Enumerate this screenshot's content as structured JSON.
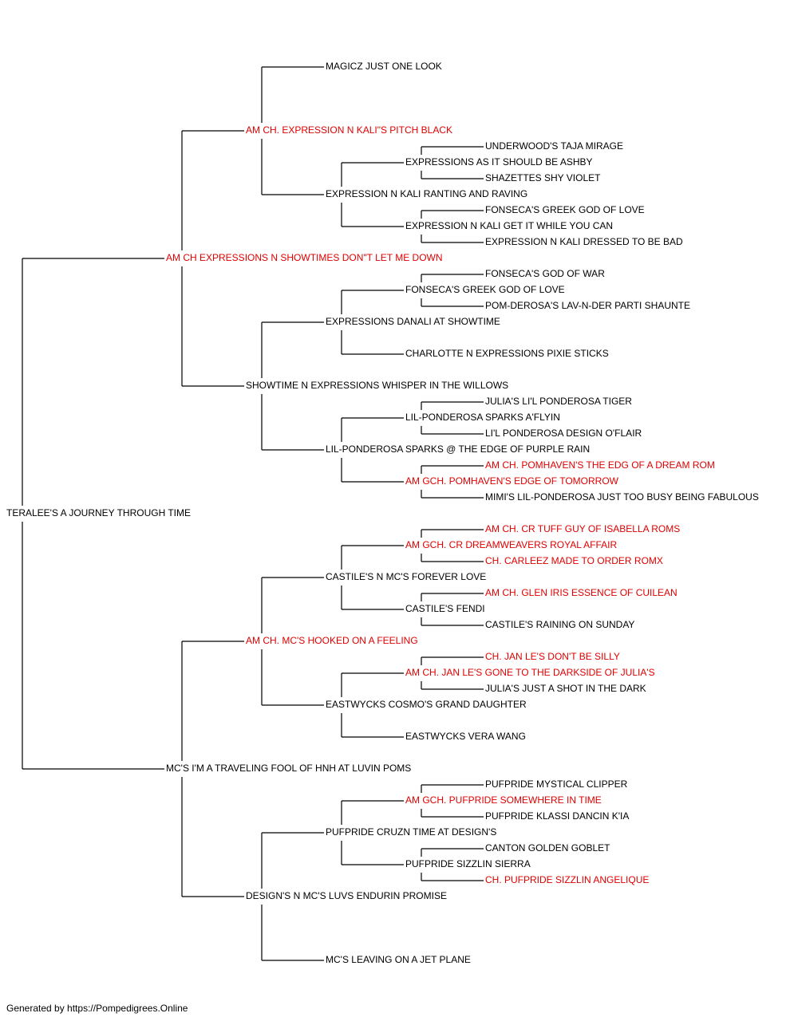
{
  "colors": {
    "normal": "#000000",
    "champion": "#e00000",
    "line": "#000000"
  },
  "pedigree": {
    "name": "TERALEE'S A JOURNEY THROUGH TIME",
    "champion": false,
    "sire": {
      "name": "AM CH EXPRESSIONS N SHOWTIMES DON\"T LET ME DOWN",
      "champion": true,
      "sire": {
        "name": "AM CH. EXPRESSION N KALI\"S PITCH BLACK",
        "champion": true,
        "sire": {
          "name": "MAGICZ JUST ONE LOOK",
          "champion": false
        },
        "dam": {
          "name": "EXPRESSION N KALI RANTING AND RAVING",
          "champion": false,
          "sire": {
            "name": "EXPRESSIONS AS IT SHOULD BE ASHBY",
            "champion": false,
            "sire": {
              "name": "UNDERWOOD'S TAJA MIRAGE",
              "champion": false
            },
            "dam": {
              "name": "SHAZETTES SHY VIOLET",
              "champion": false
            }
          },
          "dam": {
            "name": "EXPRESSION N KALI GET IT WHILE YOU CAN",
            "champion": false,
            "sire": {
              "name": "FONSECA'S GREEK GOD OF LOVE",
              "champion": false
            },
            "dam": {
              "name": "EXPRESSION N KALI DRESSED TO BE BAD",
              "champion": false
            }
          }
        }
      },
      "dam": {
        "name": "SHOWTIME N EXPRESSIONS WHISPER IN THE WILLOWS",
        "champion": false,
        "sire": {
          "name": "EXPRESSIONS DANALI AT SHOWTIME",
          "champion": false,
          "sire": {
            "name": "FONSECA'S GREEK GOD OF LOVE",
            "champion": false,
            "sire": {
              "name": "FONSECA'S GOD OF WAR",
              "champion": false
            },
            "dam": {
              "name": "POM-DEROSA'S LAV-N-DER PARTI SHAUNTE",
              "champion": false
            }
          },
          "dam": {
            "name": "CHARLOTTE N EXPRESSIONS PIXIE STICKS",
            "champion": false
          }
        },
        "dam": {
          "name": "LIL-PONDEROSA SPARKS @ THE EDGE OF PURPLE RAIN",
          "champion": false,
          "sire": {
            "name": "LIL-PONDEROSA SPARKS A'FLYIN",
            "champion": false,
            "sire": {
              "name": "JULIA'S LI'L PONDEROSA TIGER",
              "champion": false
            },
            "dam": {
              "name": "LI'L PONDEROSA DESIGN O'FLAIR",
              "champion": false
            }
          },
          "dam": {
            "name": "AM GCH. POMHAVEN'S EDGE OF TOMORROW",
            "champion": true,
            "sire": {
              "name": "AM CH. POMHAVEN'S THE EDG OF A DREAM ROM",
              "champion": true
            },
            "dam": {
              "name": "MIMI'S LIL-PONDEROSA JUST TOO BUSY BEING FABULOUS",
              "champion": false
            }
          }
        }
      }
    },
    "dam": {
      "name": "MC'S I'M A TRAVELING FOOL OF HNH AT LUVIN POMS",
      "champion": false,
      "sire": {
        "name": "AM CH. MC'S HOOKED ON A FEELING",
        "champion": true,
        "sire": {
          "name": "CASTILE'S N MC'S FOREVER LOVE",
          "champion": false,
          "sire": {
            "name": "AM GCH. CR DREAMWEAVERS ROYAL AFFAIR",
            "champion": true,
            "sire": {
              "name": "AM CH. CR TUFF GUY OF ISABELLA ROMS",
              "champion": true
            },
            "dam": {
              "name": "CH. CARLEEZ MADE TO ORDER ROMX",
              "champion": true
            }
          },
          "dam": {
            "name": "CASTILE'S FENDI",
            "champion": false,
            "sire": {
              "name": "AM CH. GLEN IRIS ESSENCE OF CUILEAN",
              "champion": true
            },
            "dam": {
              "name": "CASTILE'S RAINING ON SUNDAY",
              "champion": false
            }
          }
        },
        "dam": {
          "name": "EASTWYCKS COSMO'S GRAND DAUGHTER",
          "champion": false,
          "sire": {
            "name": "AM CH. JAN LE'S GONE TO THE DARKSIDE OF JULIA'S",
            "champion": true,
            "sire": {
              "name": "CH. JAN LE'S DON'T BE SILLY",
              "champion": true
            },
            "dam": {
              "name": "JULIA'S JUST A SHOT IN THE DARK",
              "champion": false
            }
          },
          "dam": {
            "name": "EASTWYCKS VERA WANG",
            "champion": false
          }
        }
      },
      "dam": {
        "name": "DESIGN'S N MC'S LUVS ENDURIN PROMISE",
        "champion": false,
        "sire": {
          "name": "PUFPRIDE CRUZN TIME AT DESIGN'S",
          "champion": false,
          "sire": {
            "name": "AM GCH. PUFPRIDE SOMEWHERE IN TIME",
            "champion": true,
            "sire": {
              "name": "PUFPRIDE MYSTICAL CLIPPER",
              "champion": false
            },
            "dam": {
              "name": "PUFPRIDE KLASSI DANCIN K'IA",
              "champion": false
            }
          },
          "dam": {
            "name": "PUFPRIDE SIZZLIN SIERRA",
            "champion": false,
            "sire": {
              "name": "CANTON GOLDEN GOBLET",
              "champion": false
            },
            "dam": {
              "name": "CH. PUFPRIDE SIZZLIN ANGELIQUE",
              "champion": true
            }
          }
        },
        "dam": {
          "name": "MC'S LEAVING ON A JET PLANE",
          "champion": false
        }
      }
    }
  },
  "footer": "Generated by https://Pompedigrees.Online"
}
